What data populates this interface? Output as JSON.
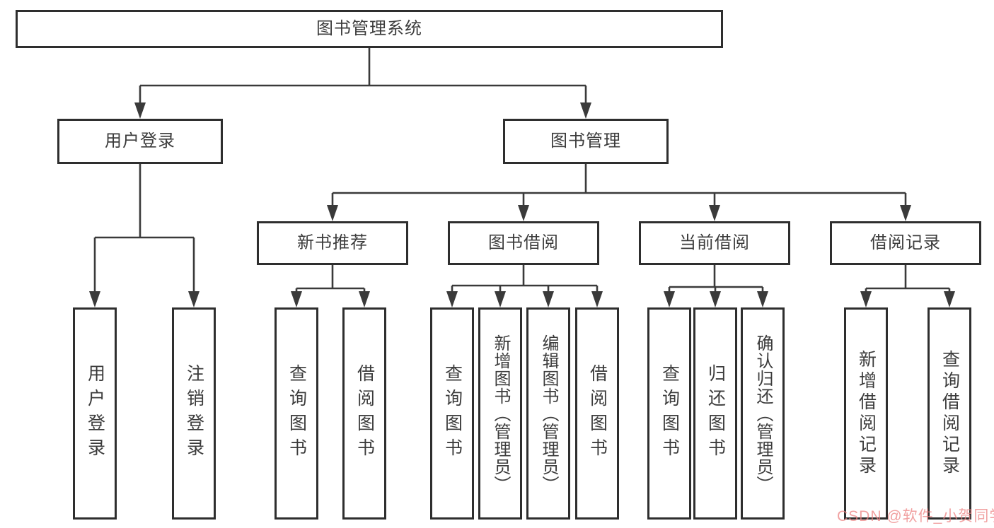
{
  "tree": {
    "root": "图书管理系统",
    "login_branch": {
      "label": "用户登录",
      "children": [
        "用户登录",
        "注销登录"
      ]
    },
    "manage_branch": {
      "label": "图书管理",
      "sections": [
        {
          "label": "新书推荐",
          "children": [
            "查询图书",
            "借阅图书"
          ]
        },
        {
          "label": "图书借阅",
          "children": [
            "查询图书",
            "新增图书（管理员）",
            "编辑图书（管理员）",
            "借阅图书"
          ]
        },
        {
          "label": "当前借阅",
          "children": [
            "查询图书",
            "归还图书",
            "确认归还（管理员）"
          ]
        },
        {
          "label": "借阅记录",
          "children": [
            "新增借阅记录",
            "查询借阅记录"
          ]
        }
      ]
    }
  },
  "watermark": "CSDN @软件_小贺同学",
  "colors": {
    "line": "#3a3a3a",
    "box_border": "#2e2e2e",
    "text": "#3c3c3c",
    "watermark_pink": "#ec8282"
  }
}
